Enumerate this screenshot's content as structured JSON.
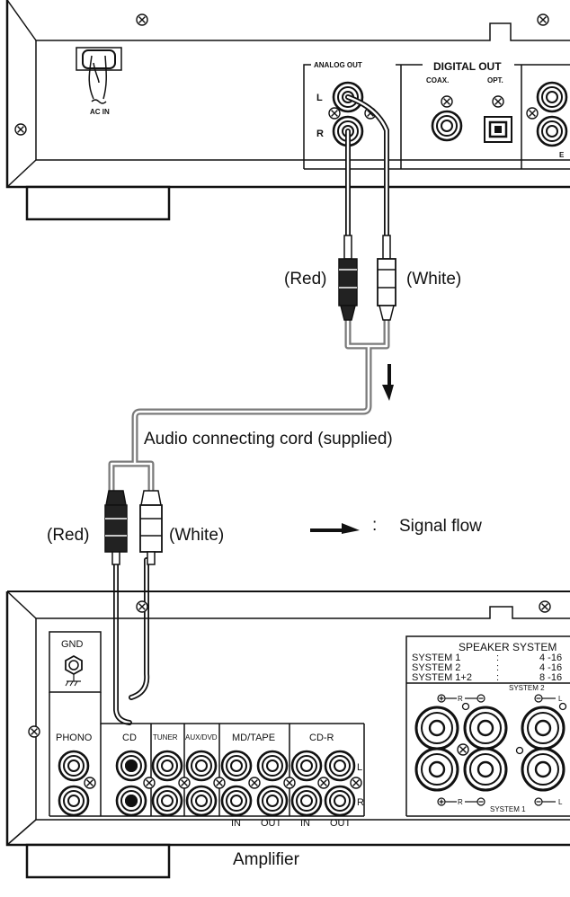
{
  "cd_player": {
    "ac_in": "AC IN",
    "analog_out": "ANALOG OUT",
    "digital_out": "DIGITAL OUT",
    "coax": "COAX.",
    "opt": "OPT.",
    "left": "L",
    "right": "R",
    "cut_letter": "E"
  },
  "cord": {
    "red_top": "(Red)",
    "white_top": "(White)",
    "caption": "Audio connecting cord (supplied)",
    "red_bottom": "(Red)",
    "white_bottom": "(White)"
  },
  "legend": {
    "colon": ":",
    "signal_flow": "Signal flow"
  },
  "amplifier": {
    "gnd": "GND",
    "phono": "PHONO",
    "cd": "CD",
    "tuner": "TUNER",
    "aux_dvd": "AUX/DVD",
    "md_tape": "MD/TAPE",
    "cd_r": "CD-R",
    "left": "L",
    "right": "R",
    "in_1": "IN",
    "out_1": "OUT",
    "in_2": "IN",
    "out_2": "OUT",
    "speaker_system": "SPEAKER  SYSTEM",
    "system_1": "SYSTEM  1",
    "system_2": "SYSTEM  2",
    "system_1_2": "SYSTEM  1+2",
    "colon_1": ":",
    "colon_2": ":",
    "colon_3": ":",
    "ohm_1": "4 -16",
    "ohm_2": "4 -16",
    "ohm_3": "8 -16",
    "system_2_label": "SYSTEM 2",
    "system_1_label": "SYSTEM 1",
    "r_top": "R",
    "l_top": "L",
    "r_bottom": "R",
    "l_bottom": "L",
    "caption": "Amplifier"
  }
}
